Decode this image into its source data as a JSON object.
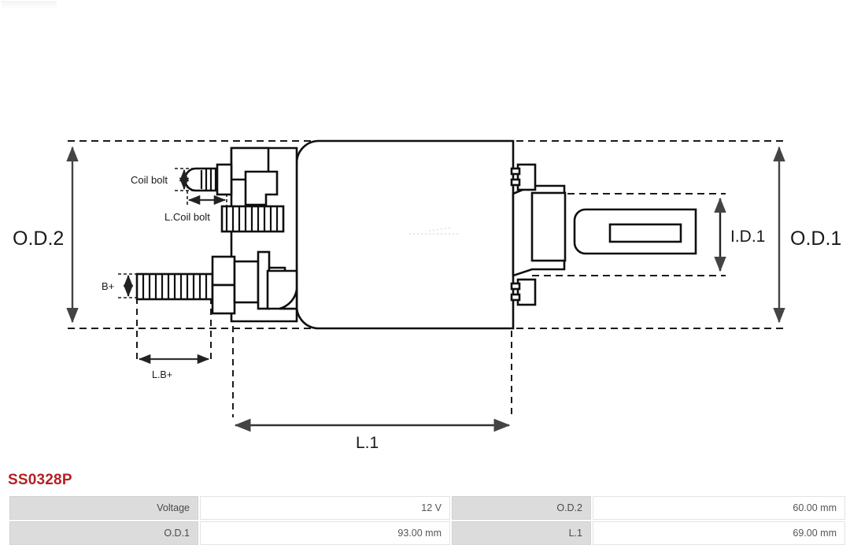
{
  "part": {
    "number": "SS0328P",
    "number_color": "#b52025"
  },
  "diagram": {
    "type": "starter-solenoid-technical-drawing",
    "labels": {
      "od2": "O.D.2",
      "od1": "O.D.1",
      "id1": "I.D.1",
      "coil_bolt": "Coil bolt",
      "l_coil_bolt": "L.Coil bolt",
      "b_plus": "B+",
      "l_b_plus": "L.B+",
      "l1": "L.1"
    }
  },
  "spec_table": {
    "rows": [
      {
        "label_left": "Voltage",
        "value_left": "12 V",
        "label_right": "O.D.2",
        "value_right": "60.00 mm"
      },
      {
        "label_left": "O.D.1",
        "value_left": "93.00 mm",
        "label_right": "L.1",
        "value_right": "69.00 mm"
      }
    ]
  }
}
